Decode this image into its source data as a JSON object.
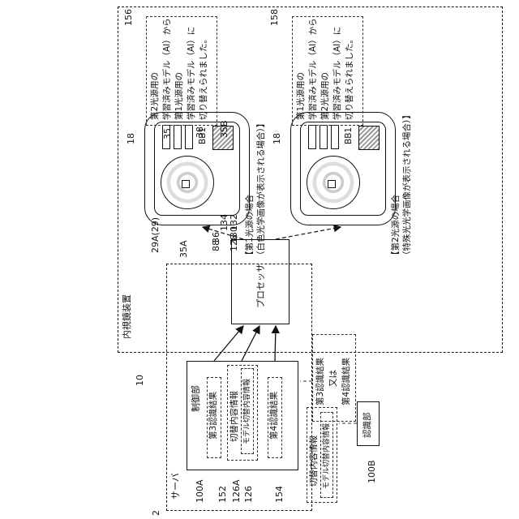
{
  "refs": {
    "system": "2",
    "endoscope_device": "10",
    "monitor_a": "18",
    "monitor_b": "18",
    "processor_num": "88",
    "server_a": "100A",
    "server_b": "100B",
    "r35": "35",
    "r35a": "35A",
    "r35b": "35B",
    "r36": "36",
    "r38": "38",
    "r128": "128",
    "r130": "130",
    "r132": "132",
    "r134": "134",
    "r29": "29A(29)",
    "r126": "126",
    "r126a": "126A",
    "r152": "152",
    "r154": "154",
    "r156": "156",
    "r158": "158",
    "bb1": "BB1"
  },
  "labels": {
    "server": "サーバ",
    "endoscope": "内視鏡装置",
    "processor": "プロセッサ",
    "control_unit": "制御部",
    "third_result": "第3認識結果",
    "switch_info": "切替内容情報",
    "model_switch_info": "モデル切替内容情報",
    "fourth_result": "第4認識結果",
    "recognition_unit": "認識部",
    "result_or_1": "第3認識結果",
    "result_or_2": "又は",
    "result_or_3": "第4認識結果",
    "caption_a_1": "【第1光源の場合",
    "caption_a_2": "（白色光学画像が表示される場合）】",
    "caption_b_1": "【第2光源の場合",
    "caption_b_2": "（特殊光光学画像が表示される場合）】",
    "msg156_1": "第2光源用の",
    "msg156_2": "学習済みモデル（AI）から",
    "msg156_3": "第1光源用の",
    "msg156_4": "学習済みモデル（AI）に",
    "msg156_5": "切り替えられました。",
    "msg158_1": "第1光源用の",
    "msg158_2": "学習済みモデル（AI）から",
    "msg158_3": "第2光源用の",
    "msg158_4": "学習済みモデル（AI）に",
    "msg158_5": "切り替えられました。"
  },
  "screen_icons": [
    "target-icon",
    "mode-button-icons",
    "magnified-image-icon"
  ]
}
